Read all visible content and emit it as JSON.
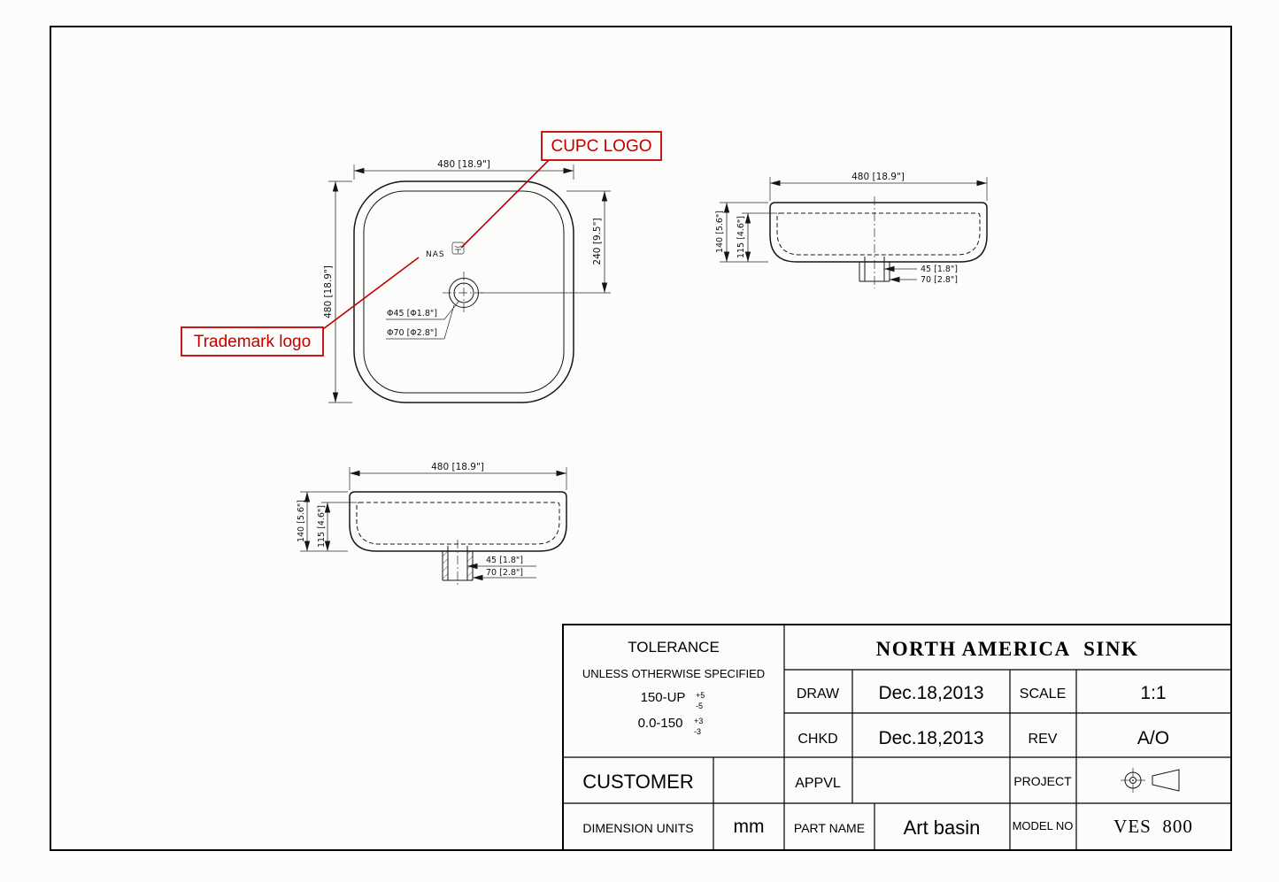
{
  "colors": {
    "line": "#161616",
    "callout": "#c00000"
  },
  "callouts": {
    "cupc_label": "CUPC LOGO",
    "trademark_label": "Trademark logo"
  },
  "top_view": {
    "width": "480 [18.9\"]",
    "height": "480 [18.9\"]",
    "half": "240 [9.5\"]",
    "drain_small": "Φ45 [Φ1.8\"]",
    "drain_large": "Φ70 [Φ2.8\"]",
    "brand": "NAS"
  },
  "side_view": {
    "width": "480 [18.9\"]",
    "height": "140 [5.6\"]",
    "depth": "115 [4.6\"]",
    "drain_small": "45 [1.8\"]",
    "drain_large": "70 [2.8\"]"
  },
  "front_view": {
    "width": "480 [18.9\"]",
    "height": "140 [5.6\"]",
    "depth": "115 [4.6\"]",
    "drain_small": "45 [1.8\"]",
    "drain_large": "70 [2.8\"]"
  },
  "title_block": {
    "tolerance_title": "TOLERANCE",
    "tolerance_note": "UNLESS OTHERWISE SPECIFIED",
    "tol_row1": "150-UP",
    "tol_row1_plus": "+5",
    "tol_row1_minus": "-5",
    "tol_row2": "0.0-150",
    "tol_row2_plus": "+3",
    "tol_row2_minus": "-3",
    "company": "NORTH AMERICA  SINK",
    "draw_label": "DRAW",
    "draw_date": "Dec.18,2013",
    "scale_label": "SCALE",
    "scale_value": "1:1",
    "chkd_label": "CHKD",
    "chkd_date": "Dec.18,2013",
    "rev_label": "REV",
    "rev_value": "A/O",
    "customer_label": "CUSTOMER",
    "appvl_label": "APPVL",
    "project_label": "PROJECT",
    "units_label": "DIMENSION UNITS",
    "units_value": "mm",
    "partname_label": "PART NAME",
    "partname_value": "Art basin",
    "model_label": "MODEL NO",
    "model_value": "VES  800"
  }
}
